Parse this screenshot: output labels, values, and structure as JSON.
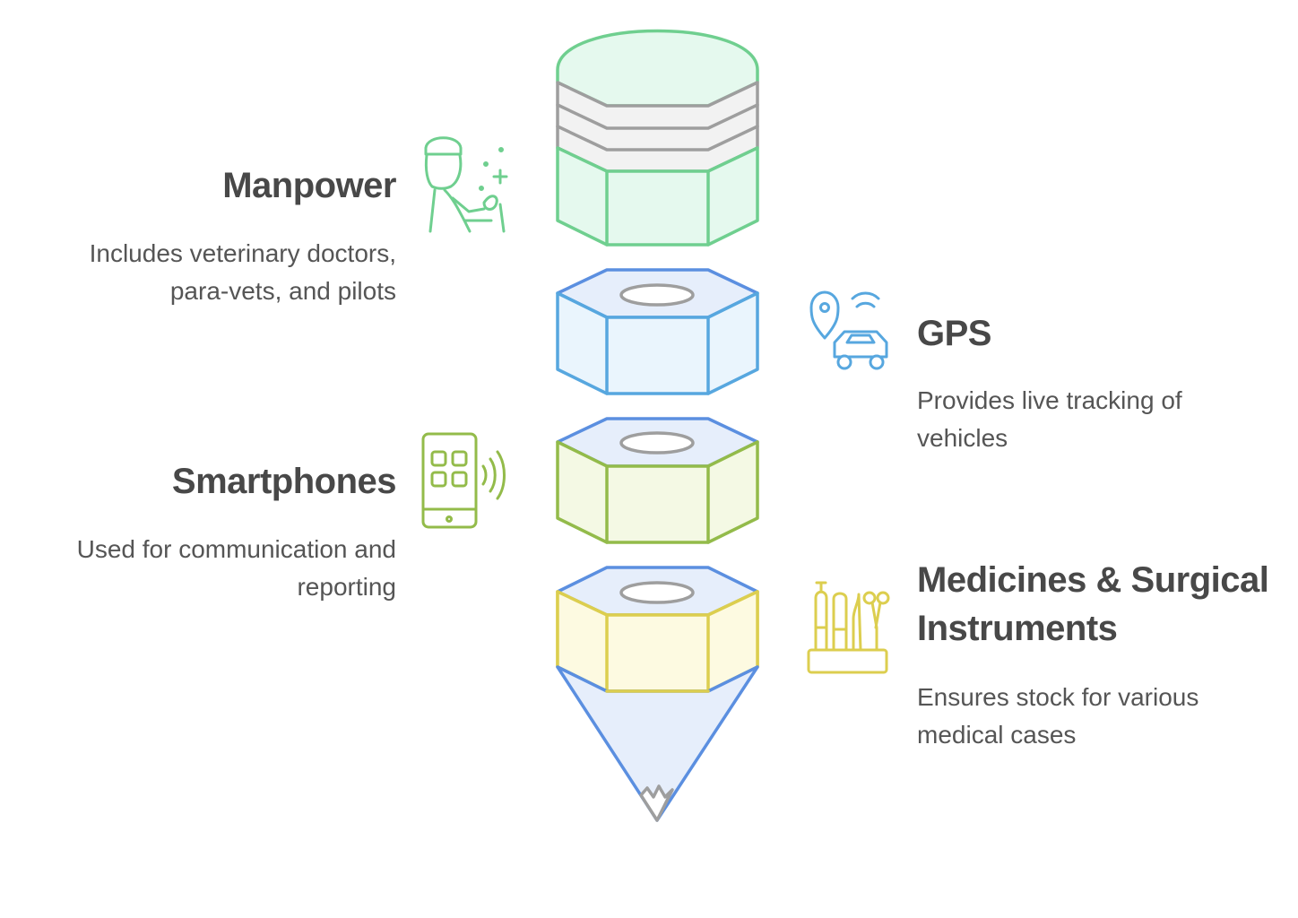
{
  "colors": {
    "green": "#6fcf8f",
    "green_fill": "#e5f9ee",
    "gray": "#9e9e9e",
    "gray_fill": "#f2f2f2",
    "blue": "#57a7df",
    "blue_fill": "#eaf5fd",
    "lime": "#93bb4a",
    "lime_fill": "#f4f9e4",
    "yellow": "#dcce4f",
    "yellow_fill": "#fdfae1",
    "cap": "#5b8fe0",
    "cap_fill": "#e6eefb",
    "text_heading": "#484848",
    "text_body": "#555555"
  },
  "items": [
    {
      "key": "manpower",
      "title": "Manpower",
      "description": "Includes veterinary doctors, para-vets, and pilots",
      "icon": "vet-doctor-icon",
      "side": "left"
    },
    {
      "key": "gps",
      "title": "GPS",
      "description": "Provides live tracking of vehicles",
      "icon": "gps-car-icon",
      "side": "right"
    },
    {
      "key": "smartphones",
      "title": "Smartphones",
      "description": "Used for communication and reporting",
      "icon": "smartphone-icon",
      "side": "left"
    },
    {
      "key": "medicines",
      "title": "Medicines & Surgical Instruments",
      "description": "Ensures stock for various medical cases",
      "icon": "surgical-instruments-icon",
      "side": "right"
    }
  ]
}
